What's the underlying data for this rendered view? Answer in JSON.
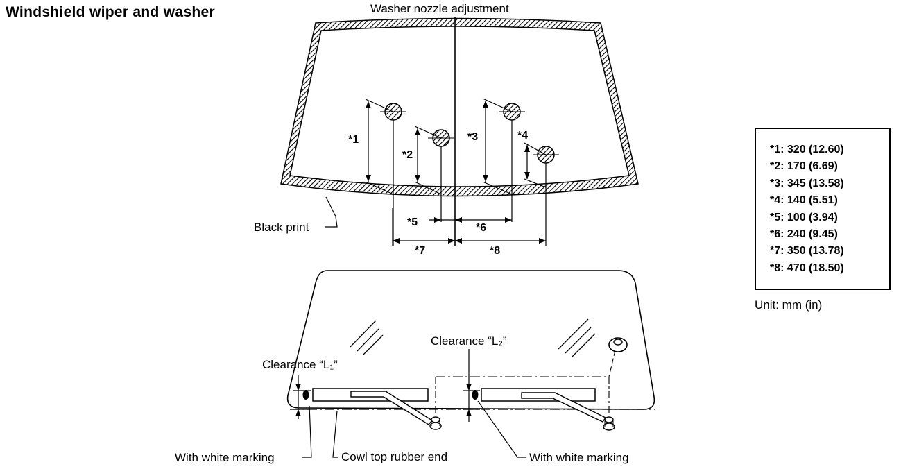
{
  "title": "Windshield wiper and washer",
  "labels": {
    "nozzle_adjustment": "Washer nozzle adjustment",
    "black_print": "Black print",
    "clearance_l1": "Clearance “L₁”",
    "clearance_l2": "Clearance “L₂”",
    "white_marking_left": "With white marking",
    "cowl_top": "Cowl top rubber end",
    "white_marking_right": "With white marking"
  },
  "dimension_marks": [
    "*1",
    "*2",
    "*3",
    "*4",
    "*5",
    "*6",
    "*7",
    "*8"
  ],
  "specs": [
    "*1: 320 (12.60)",
    "*2: 170 (6.69)",
    "*3: 345 (13.58)",
    "*4: 140 (5.51)",
    "*5: 100 (3.94)",
    "*6: 240 (9.45)",
    "*7: 350 (13.78)",
    "*8: 470 (18.50)"
  ],
  "unit": "Unit: mm (in)"
}
